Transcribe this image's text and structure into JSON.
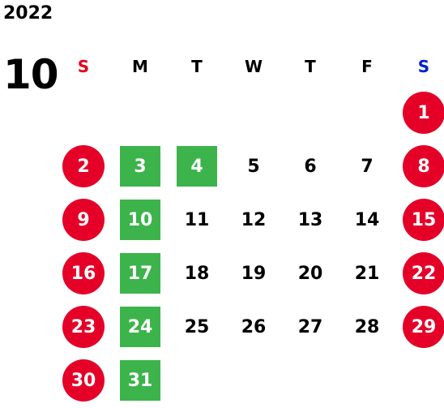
{
  "calendar": {
    "year": "2022",
    "month": "10",
    "weekdays": [
      {
        "label": "S",
        "color": "#e8001c"
      },
      {
        "label": "M",
        "color": "#000000"
      },
      {
        "label": "T",
        "color": "#000000"
      },
      {
        "label": "W",
        "color": "#000000"
      },
      {
        "label": "T",
        "color": "#000000"
      },
      {
        "label": "F",
        "color": "#000000"
      },
      {
        "label": "S",
        "color": "#0020d0"
      }
    ],
    "colors": {
      "holiday": "#e50028",
      "highlight": "#3cb44b"
    },
    "weeks": [
      [
        null,
        null,
        null,
        null,
        null,
        null,
        {
          "day": "1",
          "style": "red"
        }
      ],
      [
        {
          "day": "2",
          "style": "red"
        },
        {
          "day": "3",
          "style": "green"
        },
        {
          "day": "4",
          "style": "green"
        },
        {
          "day": "5"
        },
        {
          "day": "6"
        },
        {
          "day": "7"
        },
        {
          "day": "8",
          "style": "red"
        }
      ],
      [
        {
          "day": "9",
          "style": "red"
        },
        {
          "day": "10",
          "style": "green"
        },
        {
          "day": "11"
        },
        {
          "day": "12"
        },
        {
          "day": "13"
        },
        {
          "day": "14"
        },
        {
          "day": "15",
          "style": "red"
        }
      ],
      [
        {
          "day": "16",
          "style": "red"
        },
        {
          "day": "17",
          "style": "green"
        },
        {
          "day": "18"
        },
        {
          "day": "19"
        },
        {
          "day": "20"
        },
        {
          "day": "21"
        },
        {
          "day": "22",
          "style": "red"
        }
      ],
      [
        {
          "day": "23",
          "style": "red"
        },
        {
          "day": "24",
          "style": "green"
        },
        {
          "day": "25"
        },
        {
          "day": "26"
        },
        {
          "day": "27"
        },
        {
          "day": "28"
        },
        {
          "day": "29",
          "style": "red"
        }
      ],
      [
        {
          "day": "30",
          "style": "red"
        },
        {
          "day": "31",
          "style": "green"
        },
        null,
        null,
        null,
        null,
        null
      ]
    ]
  }
}
